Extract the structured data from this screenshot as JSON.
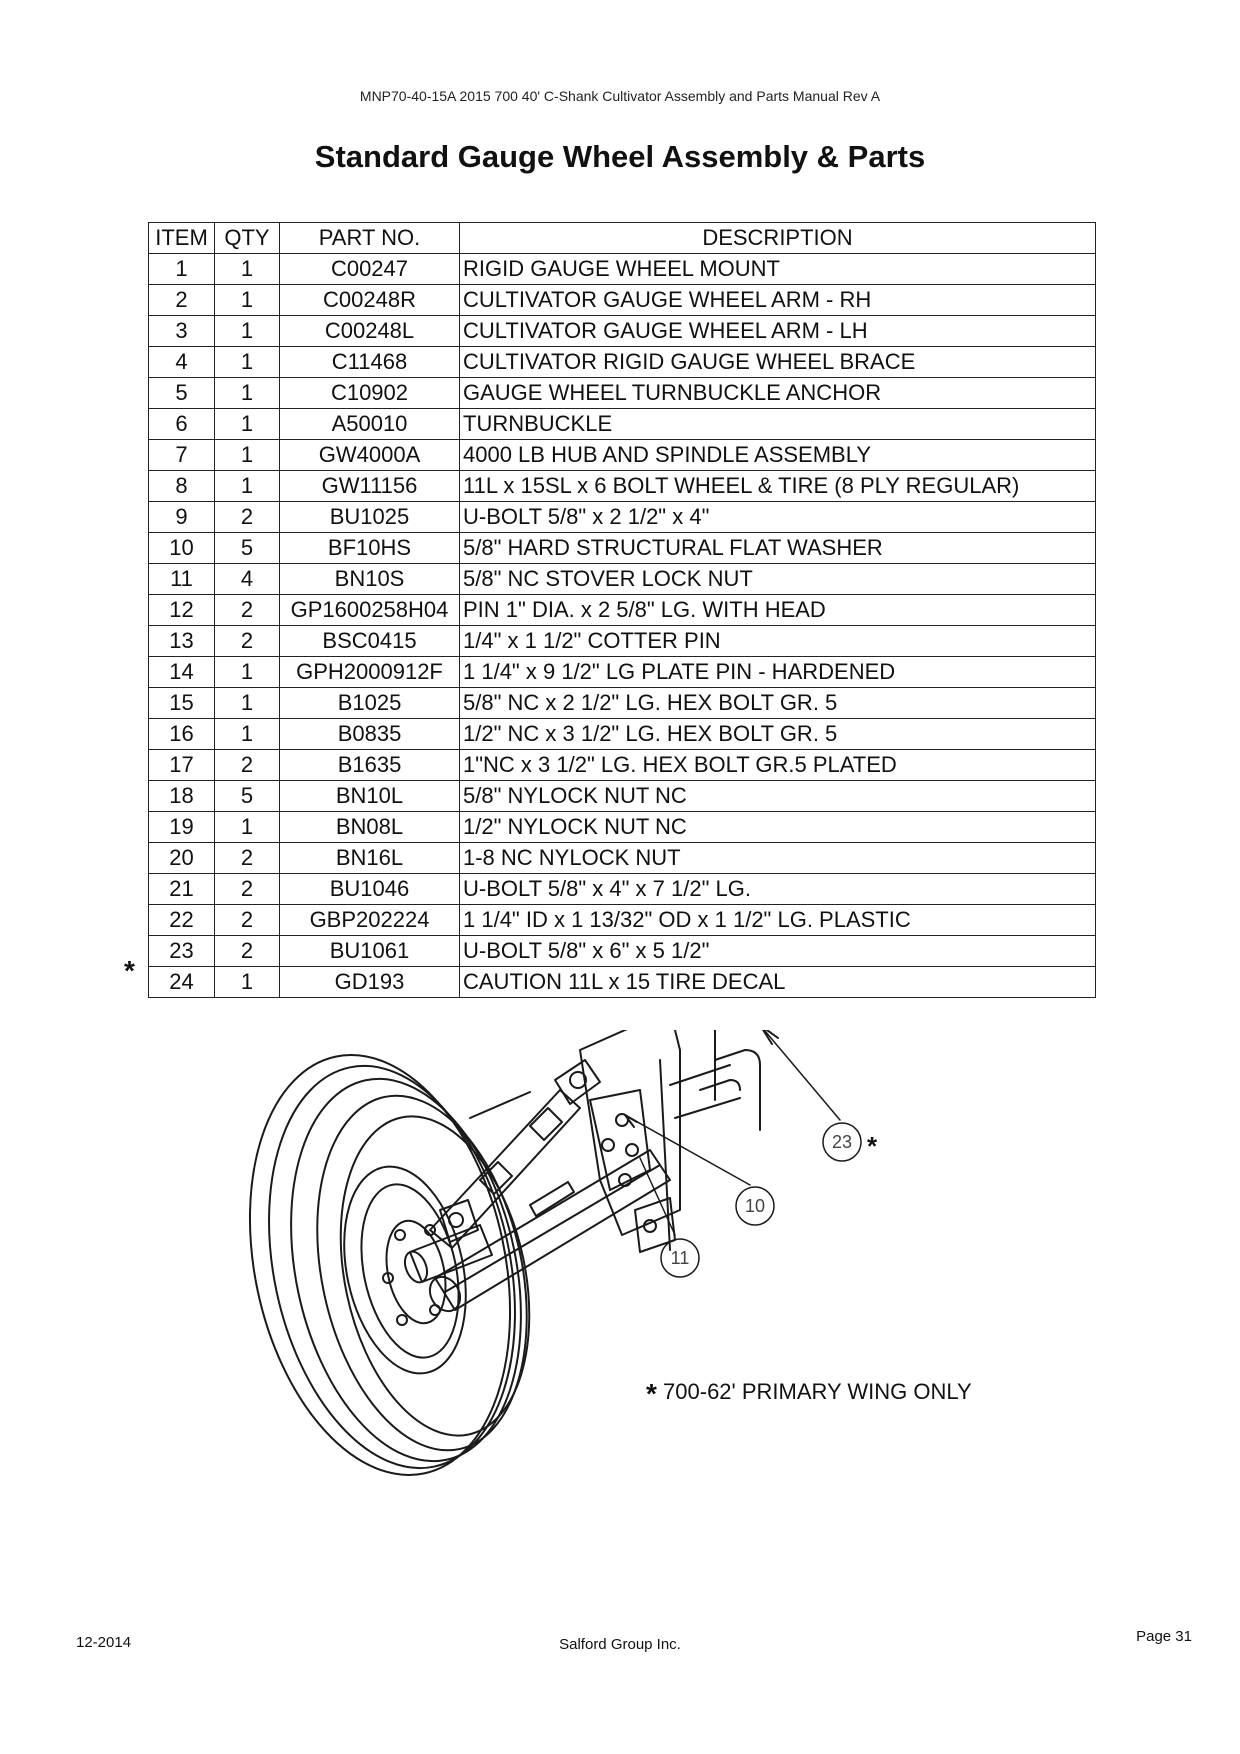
{
  "header": "MNP70-40-15A 2015 700 40' C-Shank Cultivator Assembly and Parts Manual Rev A",
  "title": "Standard Gauge Wheel Assembly & Parts",
  "table": {
    "columns": [
      "ITEM",
      "QTY",
      "PART NO.",
      "DESCRIPTION"
    ],
    "rows": [
      {
        "item": "1",
        "qty": "1",
        "part": "C00247",
        "desc": "RIGID GAUGE WHEEL MOUNT"
      },
      {
        "item": "2",
        "qty": "1",
        "part": "C00248R",
        "desc": "CULTIVATOR GAUGE WHEEL ARM - RH"
      },
      {
        "item": "3",
        "qty": "1",
        "part": "C00248L",
        "desc": "CULTIVATOR GAUGE WHEEL ARM - LH"
      },
      {
        "item": "4",
        "qty": "1",
        "part": "C11468",
        "desc": "CULTIVATOR RIGID GAUGE WHEEL BRACE"
      },
      {
        "item": "5",
        "qty": "1",
        "part": "C10902",
        "desc": "GAUGE WHEEL TURNBUCKLE ANCHOR"
      },
      {
        "item": "6",
        "qty": "1",
        "part": "A50010",
        "desc": "TURNBUCKLE"
      },
      {
        "item": "7",
        "qty": "1",
        "part": "GW4000A",
        "desc": "4000 LB HUB AND SPINDLE ASSEMBLY"
      },
      {
        "item": "8",
        "qty": "1",
        "part": "GW11156",
        "desc": "11L x 15SL x 6 BOLT WHEEL & TIRE (8 PLY REGULAR)"
      },
      {
        "item": "9",
        "qty": "2",
        "part": "BU1025",
        "desc": "U-BOLT 5/8\" x 2 1/2\" x 4\""
      },
      {
        "item": "10",
        "qty": "5",
        "part": "BF10HS",
        "desc": "5/8\" HARD STRUCTURAL FLAT WASHER"
      },
      {
        "item": "11",
        "qty": "4",
        "part": "BN10S",
        "desc": "5/8\" NC STOVER LOCK NUT"
      },
      {
        "item": "12",
        "qty": "2",
        "part": "GP1600258H04",
        "desc": "PIN 1\" DIA. x 2 5/8\" LG. WITH HEAD"
      },
      {
        "item": "13",
        "qty": "2",
        "part": "BSC0415",
        "desc": "1/4\" x 1 1/2\" COTTER PIN"
      },
      {
        "item": "14",
        "qty": "1",
        "part": "GPH2000912F",
        "desc": "1 1/4\" x 9 1/2\" LG PLATE PIN - HARDENED"
      },
      {
        "item": "15",
        "qty": "1",
        "part": "B1025",
        "desc": "5/8\" NC x 2 1/2\" LG. HEX BOLT GR. 5"
      },
      {
        "item": "16",
        "qty": "1",
        "part": "B0835",
        "desc": "1/2\" NC x 3 1/2\" LG. HEX BOLT GR. 5"
      },
      {
        "item": "17",
        "qty": "2",
        "part": "B1635",
        "desc": "1\"NC x 3 1/2\" LG. HEX BOLT GR.5 PLATED"
      },
      {
        "item": "18",
        "qty": "5",
        "part": "BN10L",
        "desc": "5/8\" NYLOCK NUT NC"
      },
      {
        "item": "19",
        "qty": "1",
        "part": "BN08L",
        "desc": "1/2\" NYLOCK NUT NC"
      },
      {
        "item": "20",
        "qty": "2",
        "part": "BN16L",
        "desc": "1-8 NC NYLOCK NUT"
      },
      {
        "item": "21",
        "qty": "2",
        "part": "BU1046",
        "desc": "U-BOLT 5/8\" x 4\" x 7 1/2\" LG."
      },
      {
        "item": "22",
        "qty": "2",
        "part": "GBP202224",
        "desc": "1 1/4\" ID x 1 13/32\" OD x 1 1/2\" LG. PLASTIC"
      },
      {
        "item": "23",
        "qty": "2",
        "part": "BU1061",
        "desc": "U-BOLT 5/8\" x 6\" x 5 1/2\""
      },
      {
        "item": "24",
        "qty": "1",
        "part": "GD193",
        "desc": "CAUTION 11L x 15 TIRE DECAL"
      }
    ]
  },
  "row_marker": "*",
  "callouts": {
    "c23": "23",
    "c10": "10",
    "c11": "11",
    "star": "*"
  },
  "note": {
    "star": "*",
    "text": "700-62' PRIMARY WING ONLY"
  },
  "footer": {
    "date": "12-2014",
    "company": "Salford  Group Inc.",
    "page": "Page 31"
  }
}
